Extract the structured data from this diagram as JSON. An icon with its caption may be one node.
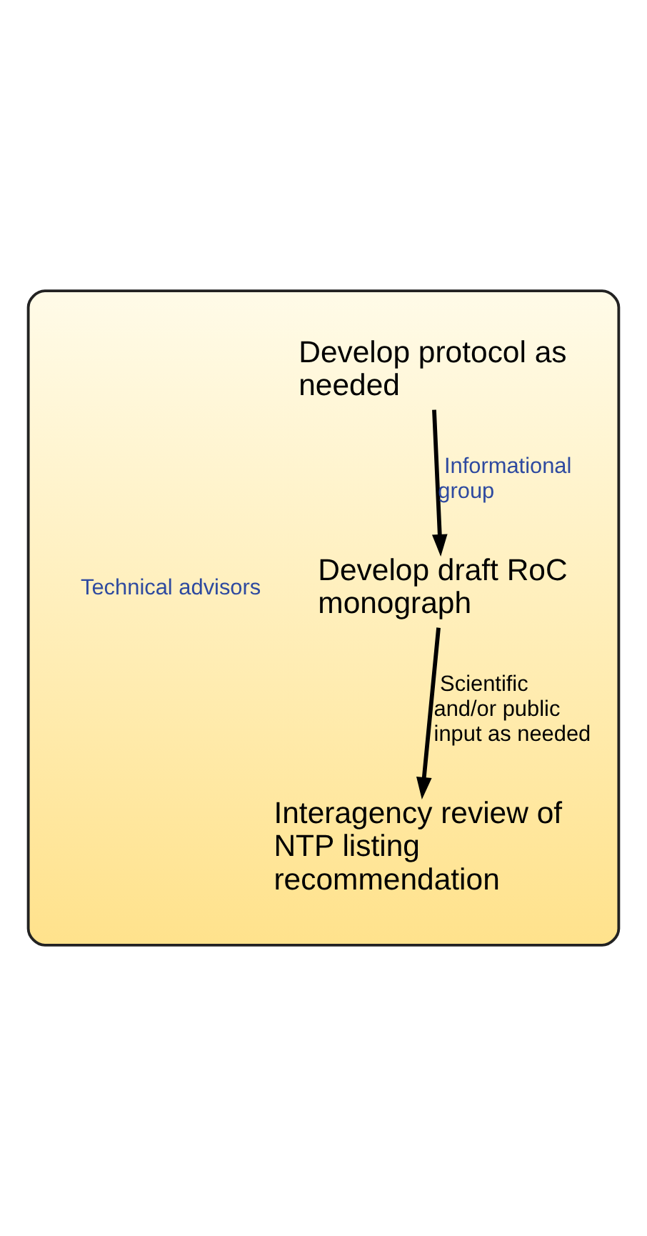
{
  "diagram": {
    "nodes": [
      {
        "text": [],
        "shape": "box"
      },
      {
        "text": [
          "Develop protocol as needed"
        ],
        "in": 0
      },
      {
        "text": [
          "Develop draft RoC monograph"
        ],
        "in": 0
      },
      {
        "text": [
          "Interagency review of NTP listing recommendation"
        ],
        "in": 0
      }
    ],
    "edges": [
      {
        "from": 1,
        "to": 2,
        "arrow": "to",
        "label": "Informational group"
      },
      {
        "from": 2,
        "to": 3,
        "arrow": "to",
        "label": "Scientific and/or public input as needed"
      }
    ],
    "labels": [
      "Technical advisors"
    ]
  }
}
